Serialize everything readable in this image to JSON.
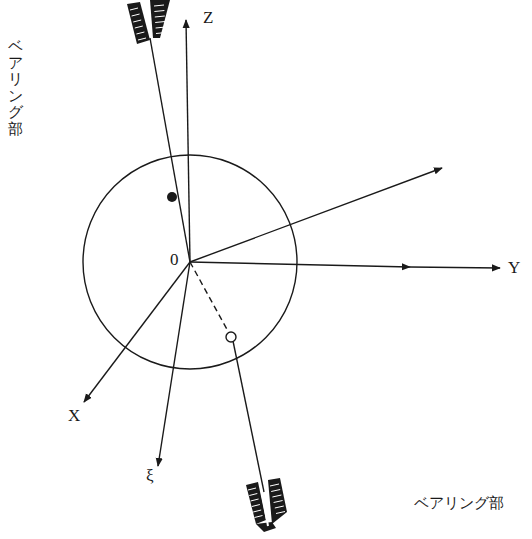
{
  "diagram": {
    "labels": [
      "ベアリング部",
      "Z",
      "Y",
      "X",
      "ξ",
      "0",
      "ベアリング部"
    ]
  }
}
